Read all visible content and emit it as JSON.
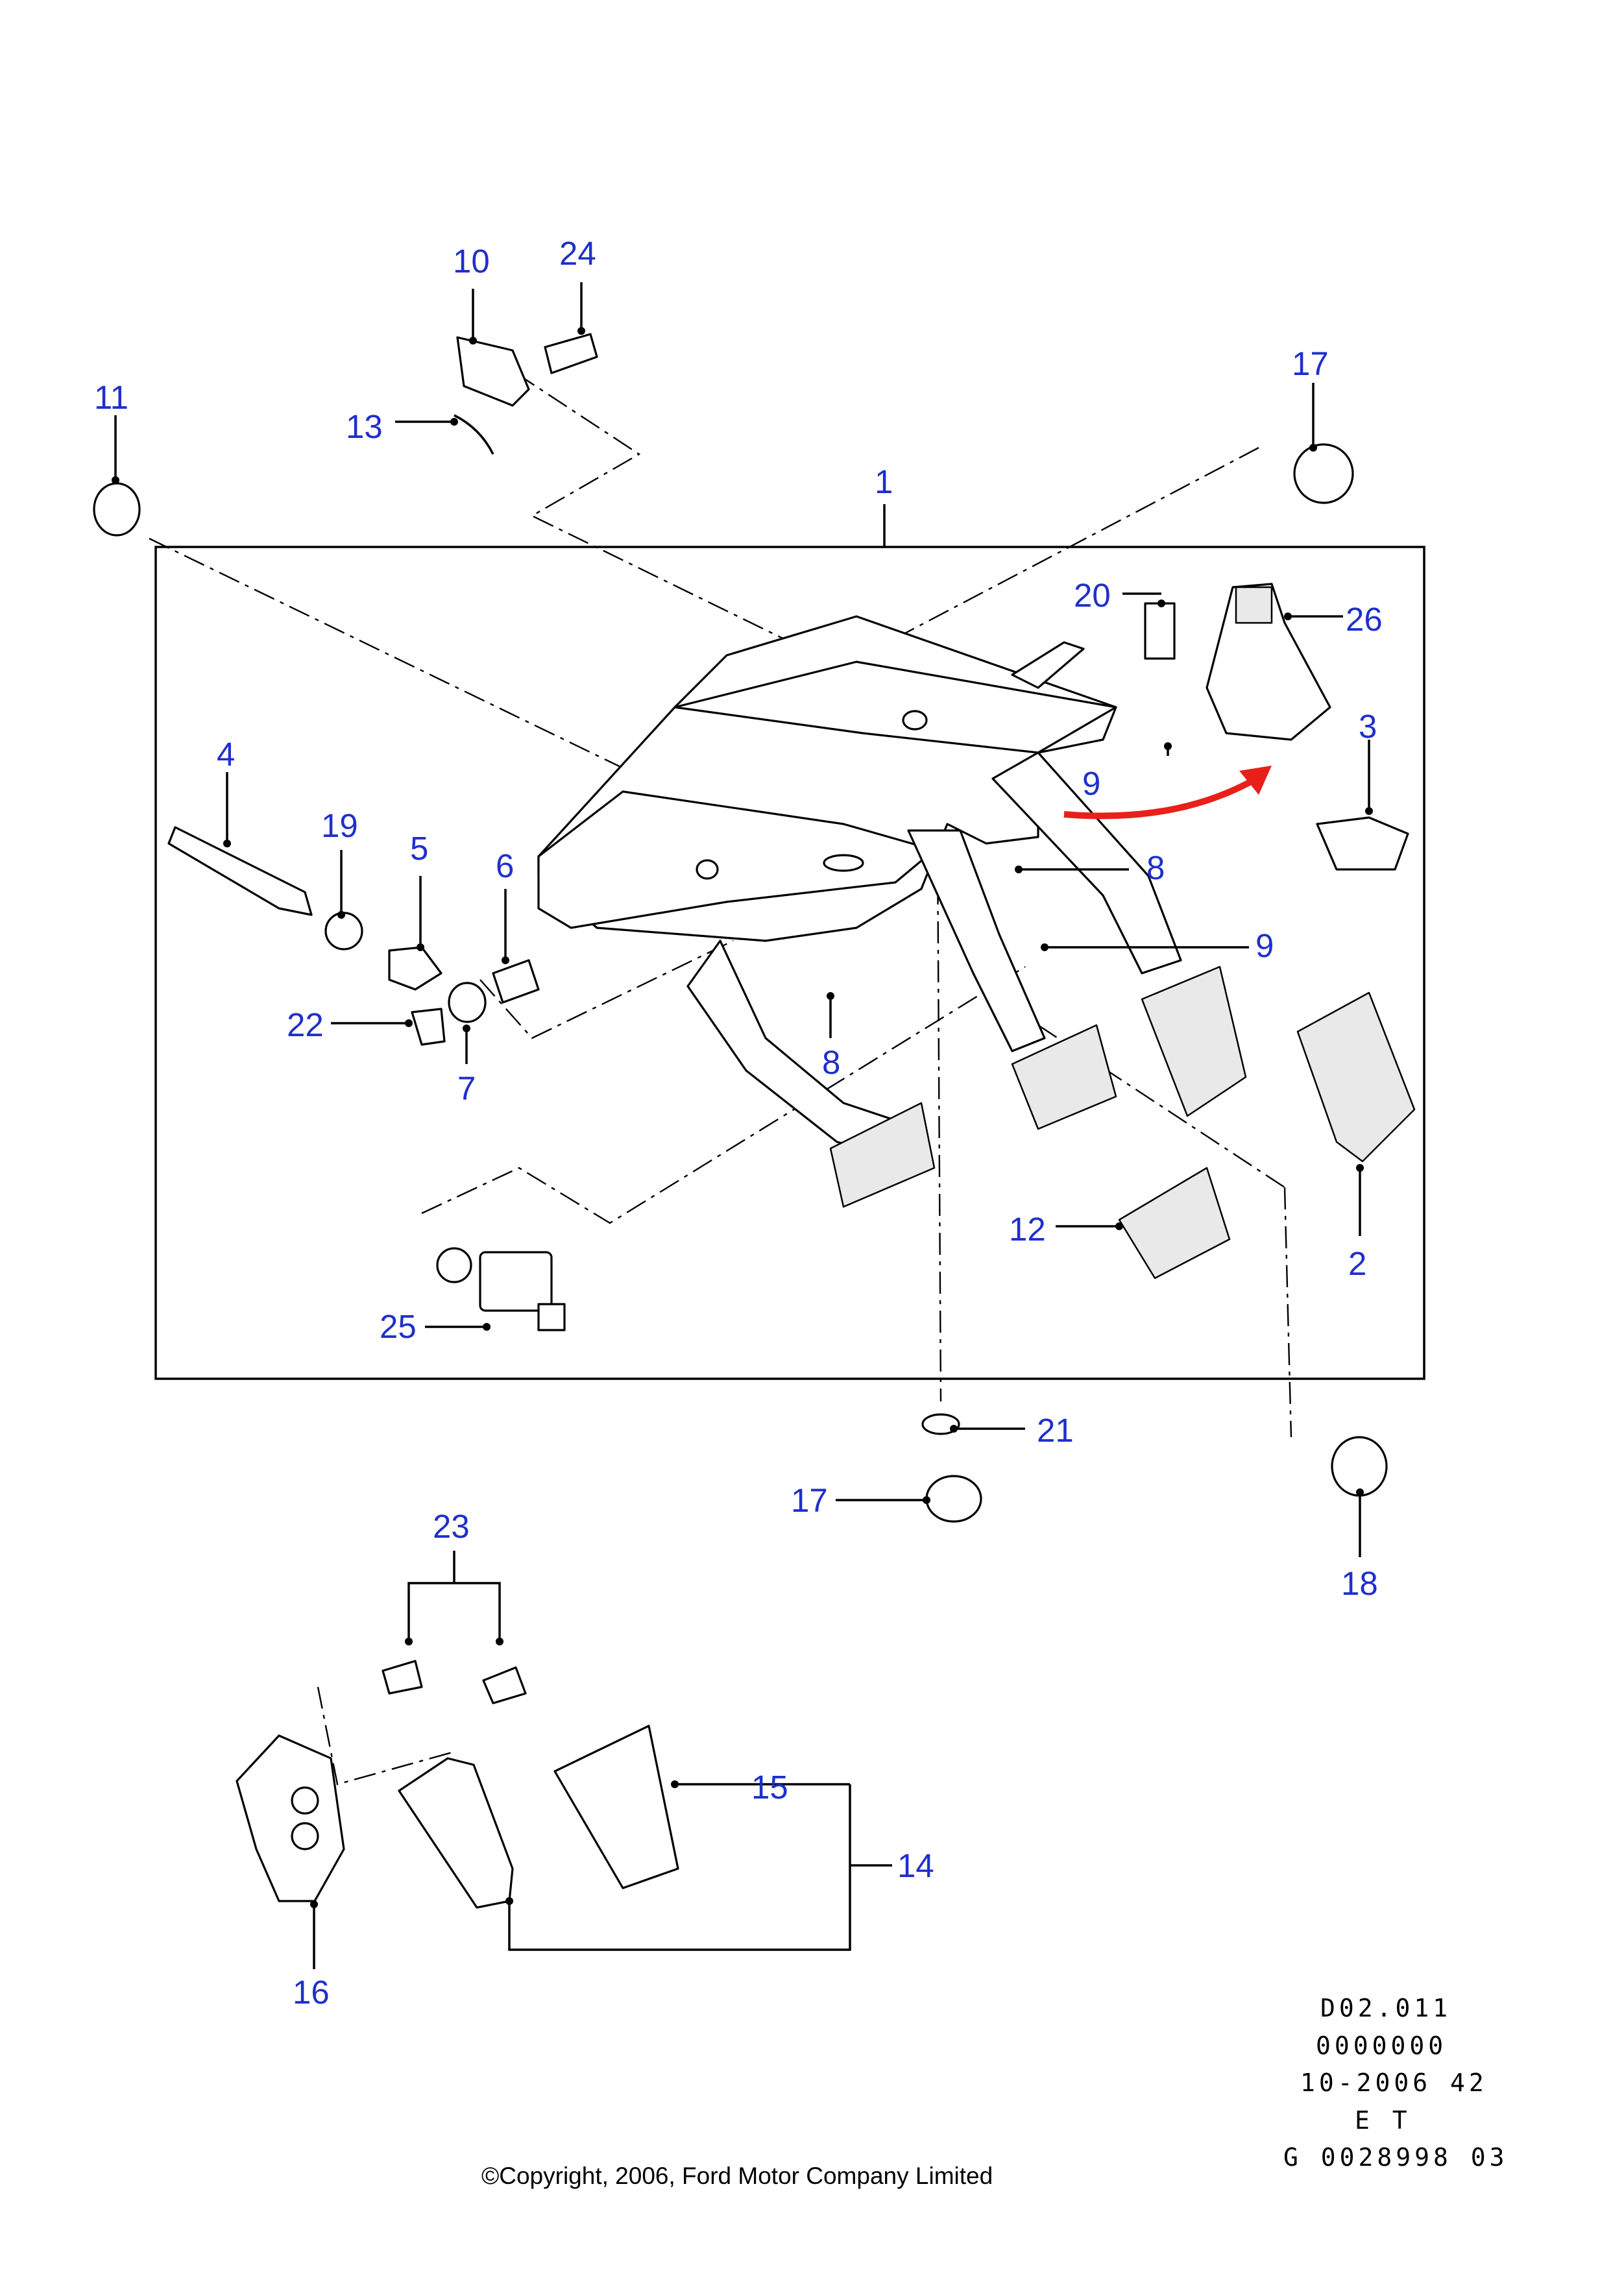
{
  "callouts": [
    "1",
    "2",
    "3",
    "4",
    "5",
    "6",
    "7",
    "8",
    "8",
    "9",
    "9",
    "10",
    "11",
    "12",
    "13",
    "14",
    "15",
    "16",
    "17",
    "17",
    "18",
    "19",
    "20",
    "21",
    "22",
    "23",
    "24",
    "25",
    "26"
  ],
  "reference": {
    "line1": "D02.011",
    "line2": "0000000",
    "line3": "10-2006 42",
    "line4": "E T",
    "line5": "G 0028998 03"
  },
  "copyright": "©Copyright, 2006, Ford Motor Company Limited",
  "colors": {
    "callout": "#1f2fcc",
    "arrow": "#e8201a",
    "line": "#000000"
  }
}
